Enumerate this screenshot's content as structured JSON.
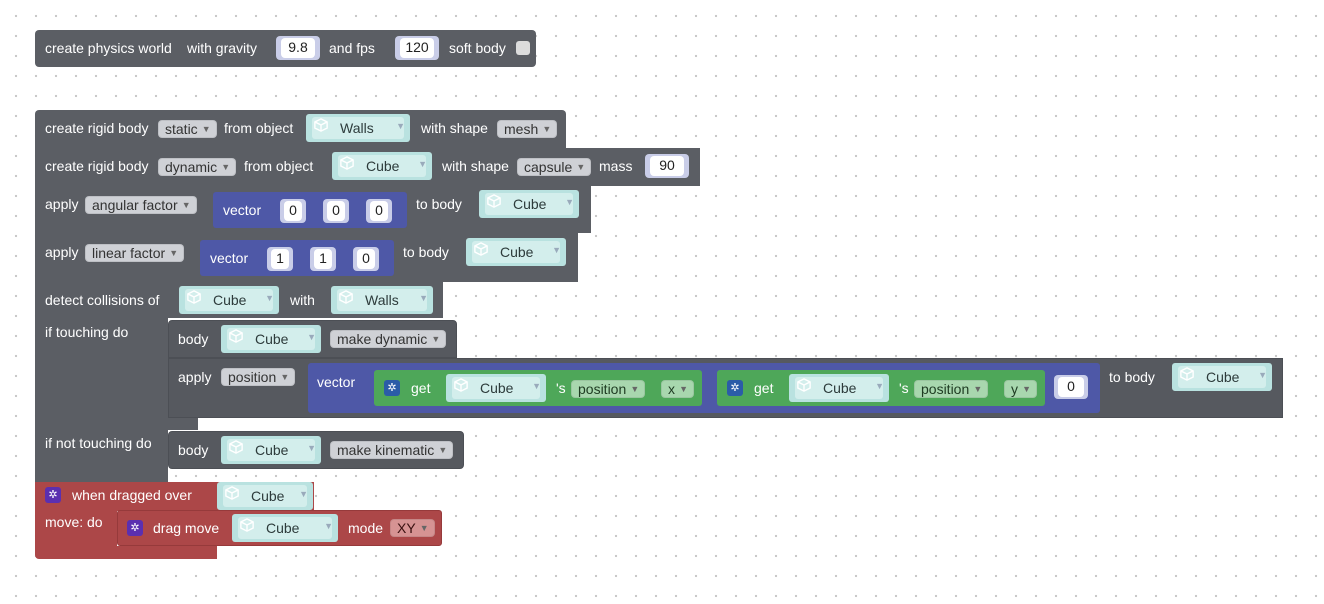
{
  "world": {
    "label": "create physics world",
    "gravity_label": "with gravity",
    "gravity": "9.8",
    "fps_label": "and fps",
    "fps": "120",
    "soft_body_label": "soft body",
    "soft_body": false
  },
  "rigid1": {
    "label": "create rigid body",
    "type": "static",
    "from_label": "from object",
    "object": "Walls",
    "shape_label": "with shape",
    "shape": "mesh"
  },
  "rigid2": {
    "label": "create rigid body",
    "type": "dynamic",
    "from_label": "from object",
    "object": "Cube",
    "shape_label": "with shape",
    "shape": "capsule",
    "mass_label": "mass",
    "mass": "90"
  },
  "apply1": {
    "label": "apply",
    "property": "angular factor",
    "vector_label": "vector",
    "x": "0",
    "y": "0",
    "z": "0",
    "to_label": "to body",
    "body": "Cube"
  },
  "apply2": {
    "label": "apply",
    "property": "linear factor",
    "vector_label": "vector",
    "x": "1",
    "y": "1",
    "z": "0",
    "to_label": "to body",
    "body": "Cube"
  },
  "detect": {
    "label": "detect collisions of",
    "object": "Cube",
    "with_label": "with",
    "other": "Walls",
    "touching_label": "if touching do",
    "not_touching_label": "if not touching do",
    "body_label": "body",
    "touch_body": "Cube",
    "touch_action": "make dynamic",
    "apply_label": "apply",
    "apply_property": "position",
    "vector_label": "vector",
    "get1": {
      "label": "get",
      "object": "Cube",
      "possessive": "'s",
      "property": "position",
      "axis": "x"
    },
    "get2": {
      "label": "get",
      "object": "Cube",
      "possessive": "'s",
      "property": "position",
      "axis": "y"
    },
    "z": "0",
    "to_label": "to body",
    "apply_body": "Cube",
    "not_body": "Cube",
    "not_action": "make kinematic"
  },
  "drag": {
    "label": "when dragged over",
    "object": "Cube",
    "move_label": "move: do",
    "inner_label": "drag move",
    "inner_object": "Cube",
    "mode_label": "mode",
    "mode": "XY"
  },
  "icons": {
    "object": "cube-icon",
    "event": "gear-icon"
  },
  "colors": {
    "dark": "#5b5e64",
    "vector": "#4e58a7",
    "get": "#4ea759",
    "event": "#ac4748"
  }
}
